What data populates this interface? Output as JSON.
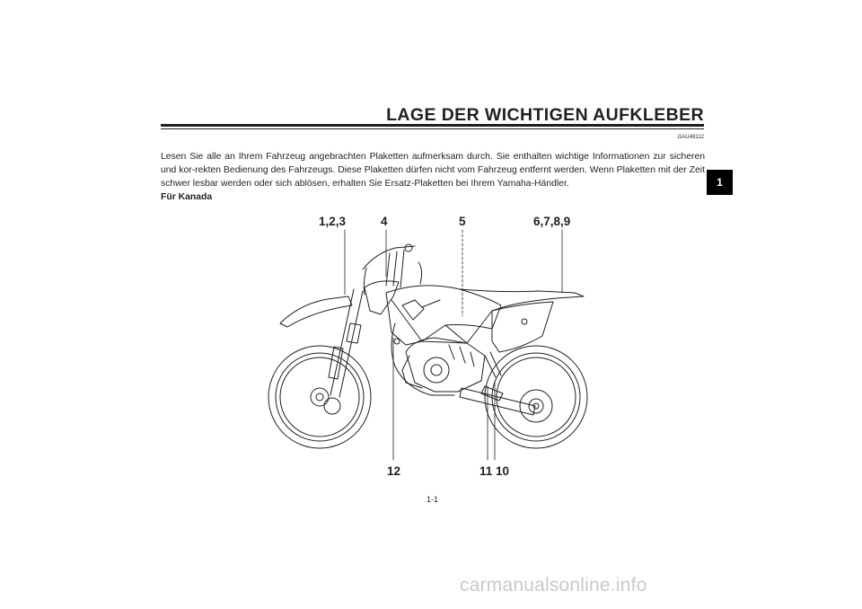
{
  "header": {
    "title": "LAGE DER WICHTIGEN AUFKLEBER",
    "doc_code": "GAU48112"
  },
  "chapter_tab": "1",
  "intro": "Lesen Sie alle an Ihrem Fahrzeug angebrachten Plaketten aufmerksam durch. Sie enthalten wichtige Informationen zur sicheren und kor-rekten Bedienung des Fahrzeugs. Diese Plaketten dürfen nicht vom Fahrzeug entfernt werden. Wenn Plaketten mit der Zeit schwer lesbar werden oder sich ablösen, erhalten Sie Ersatz-Plaketten bei Ihrem Yamaha-Händler.",
  "subheading": "Für Kanada",
  "figure": {
    "callouts_top": [
      "1,2,3",
      "4",
      "5",
      "6,7,8,9"
    ],
    "callouts_bottom": [
      "12",
      "11 10"
    ]
  },
  "page_number": "1-1",
  "watermark": "carmanualsonline.info"
}
